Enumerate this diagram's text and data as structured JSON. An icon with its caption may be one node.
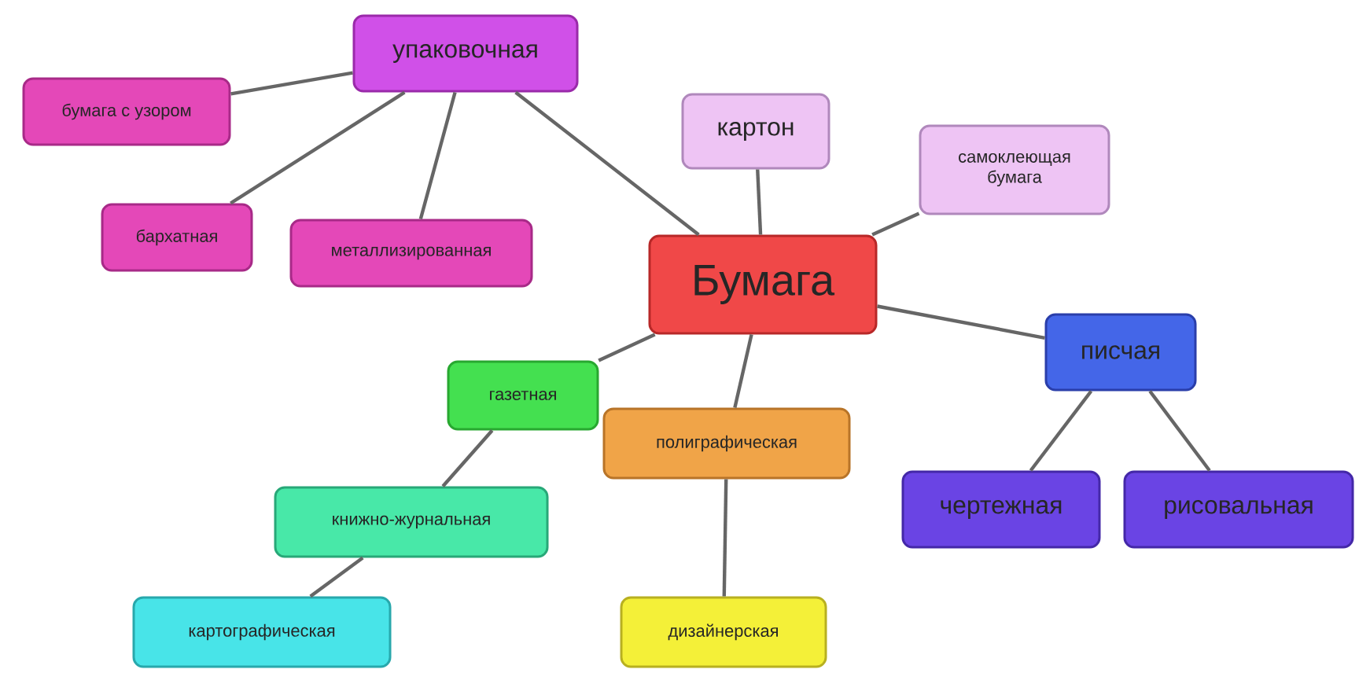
{
  "diagram": {
    "nodes": [
      {
        "text": [
          "Бумага"
        ]
      },
      {
        "text": [
          "упаковочная"
        ]
      },
      {
        "text": [
          "бумага с узором"
        ]
      },
      {
        "text": [
          "бархатная"
        ]
      },
      {
        "text": [
          "металлизированная"
        ]
      },
      {
        "text": [
          "картон"
        ]
      },
      {
        "text": [
          "самоклеющая бумага"
        ]
      },
      {
        "text": [
          "писчая"
        ]
      },
      {
        "text": [
          "чертежная"
        ]
      },
      {
        "text": [
          "рисовальная"
        ]
      },
      {
        "text": [
          "газетная"
        ]
      },
      {
        "text": [
          "полиграфическая"
        ]
      },
      {
        "text": [
          "книжно-журнальная"
        ]
      },
      {
        "text": [
          "картографическая"
        ]
      },
      {
        "text": [
          "дизайнерская"
        ]
      }
    ],
    "edges": [
      {
        "from": 0,
        "to": 1,
        "arrow": "none"
      },
      {
        "from": 0,
        "to": 5,
        "arrow": "none"
      },
      {
        "from": 0,
        "to": 6,
        "arrow": "none"
      },
      {
        "from": 0,
        "to": 7,
        "arrow": "none"
      },
      {
        "from": 0,
        "to": 10,
        "arrow": "none"
      },
      {
        "from": 0,
        "to": 11,
        "arrow": "none"
      },
      {
        "from": 1,
        "to": 2,
        "arrow": "none"
      },
      {
        "from": 1,
        "to": 3,
        "arrow": "none"
      },
      {
        "from": 1,
        "to": 4,
        "arrow": "none"
      },
      {
        "from": 7,
        "to": 8,
        "arrow": "none"
      },
      {
        "from": 7,
        "to": 9,
        "arrow": "none"
      },
      {
        "from": 10,
        "to": 12,
        "arrow": "none"
      },
      {
        "from": 12,
        "to": 13,
        "arrow": "none"
      },
      {
        "from": 11,
        "to": 14,
        "arrow": "none"
      }
    ]
  }
}
